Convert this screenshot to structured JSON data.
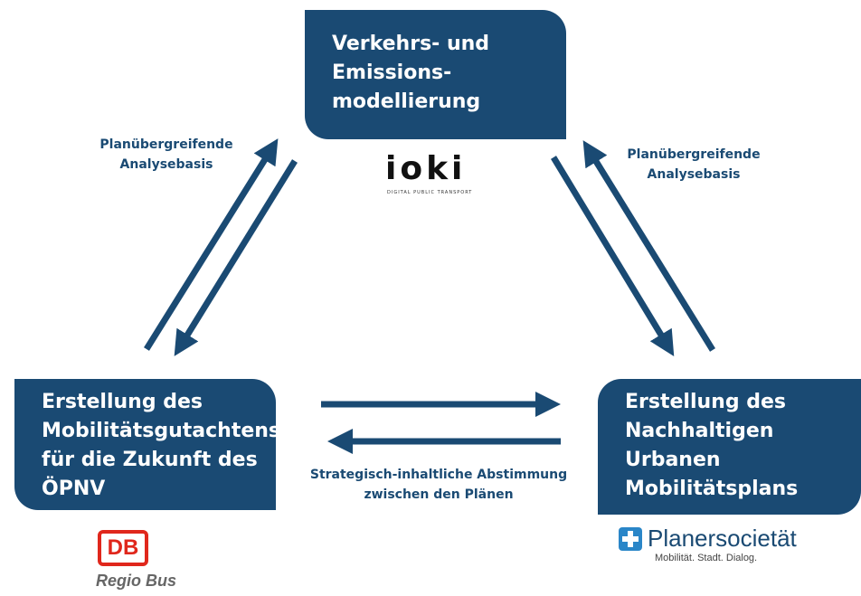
{
  "boxes": {
    "top": [
      "Verkehrs- und",
      "Emissions-",
      "modellierung"
    ],
    "left": [
      "Erstellung des",
      "Mobilitätsgutachtens",
      "für die Zukunft des",
      "ÖPNV"
    ],
    "right": [
      "Erstellung des",
      "Nachhaltigen",
      "Urbanen",
      "Mobilitätsplans"
    ]
  },
  "labels": {
    "left": [
      "Planübergreifende",
      "Analysebasis"
    ],
    "right": [
      "Planübergreifende",
      "Analysebasis"
    ],
    "bottom": [
      "Strategisch-inhaltliche Abstimmung",
      "zwischen den Plänen"
    ]
  },
  "logos": {
    "ioki": {
      "word": "ioki",
      "tag": "DIGITAL PUBLIC TRANSPORT"
    },
    "db": {
      "mark": "DB",
      "sub": "Regio Bus",
      "color": "#e0271c"
    },
    "planersocietaet": {
      "name": "Planersocietät",
      "tag": "Mobilität. Stadt. Dialog.",
      "color": "#2a86c8"
    }
  },
  "colors": {
    "primary": "#1a4a73"
  }
}
